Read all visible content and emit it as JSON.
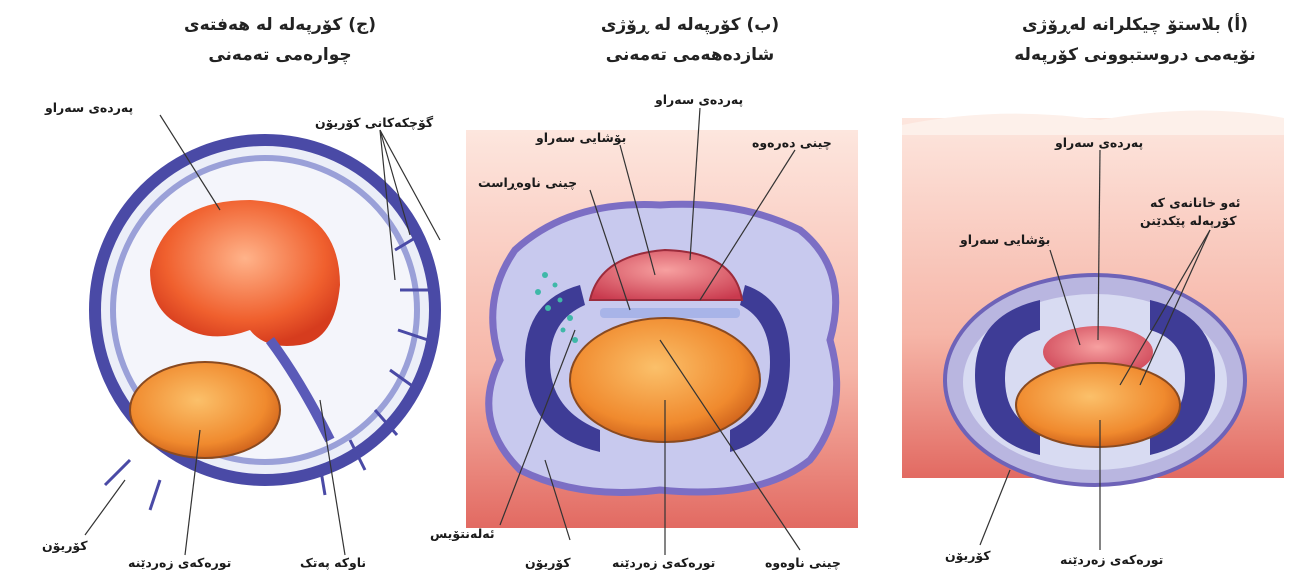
{
  "panels": {
    "c": {
      "title_line1": "(ج) کۆرپەلە لە هەفتەی",
      "title_line2": "چوارەمی تەمەنی"
    },
    "b": {
      "title_line1": "(ب) کۆرپەلە لە ڕۆژی",
      "title_line2": "شازدەهەمی تەمەنی"
    },
    "a": {
      "title_line1": "(أ) بلاستۆ چیکلرانە لەڕۆژی",
      "title_line2": "نۆیەمی دروستبوونی کۆرپەلە"
    }
  },
  "labels": {
    "c_amnion": "پەردەی سەراو",
    "c_villi": "گۆچکەکانی کۆریۆن",
    "c_chorion": "کۆریۆن",
    "c_yolk_sac": "تورەکەی زەردێنە",
    "c_umbilical": "ناوکە پەتک",
    "b_amnion": "پەردەی سەراو",
    "b_amniotic_cavity": "بۆشایی سەراو",
    "b_ectoderm": "چینی دەرەوە",
    "b_mesoderm": "چینی ناوەڕاست",
    "b_allantois": "ئەلەنتۆیس",
    "b_chorion": "کۆریۆن",
    "b_yolk_sac": "تورەکەی زەردێنە",
    "b_endoderm": "چینی ناوەوە",
    "a_amnion": "پەردەی سەراو",
    "a_cells_line1": "ئەو خانانەی کە",
    "a_cells_line2": "کۆرپەلە پێکدێنن",
    "a_amniotic_cavity": "بۆشایی سەراو",
    "a_chorion": "کۆریۆن",
    "a_yolk_sac": "تورەکەی زەردێنە"
  }
}
